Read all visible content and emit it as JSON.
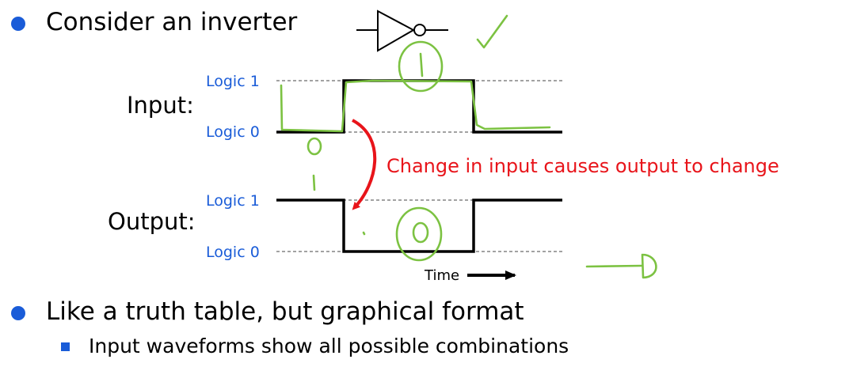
{
  "bullets": [
    {
      "text": "Consider an inverter"
    },
    {
      "text": "Like a truth table, but graphical format"
    }
  ],
  "sub_bullets": [
    {
      "text": "Input waveforms show all possible combinations"
    }
  ],
  "diagram": {
    "input_label": "Input:",
    "output_label": "Output:",
    "input_logic_high": "Logic 1",
    "input_logic_low": "Logic 0",
    "output_logic_high": "Logic 1",
    "output_logic_low": "Logic 0",
    "causal_note": "Change in input causes output to change",
    "time_label": "Time",
    "input_sequence": [
      0,
      1,
      0
    ],
    "output_sequence": [
      1,
      0,
      1
    ]
  },
  "colors": {
    "bullet_blue": "#1a5cd8",
    "logic_blue": "#1a5cd8",
    "note_red": "#e8141a",
    "ink_green": "#7cc242",
    "waveform_black": "#000000"
  },
  "annotations": {
    "handwritten_marks": [
      "1",
      "0",
      "1",
      "0",
      "check",
      "arrow"
    ]
  }
}
